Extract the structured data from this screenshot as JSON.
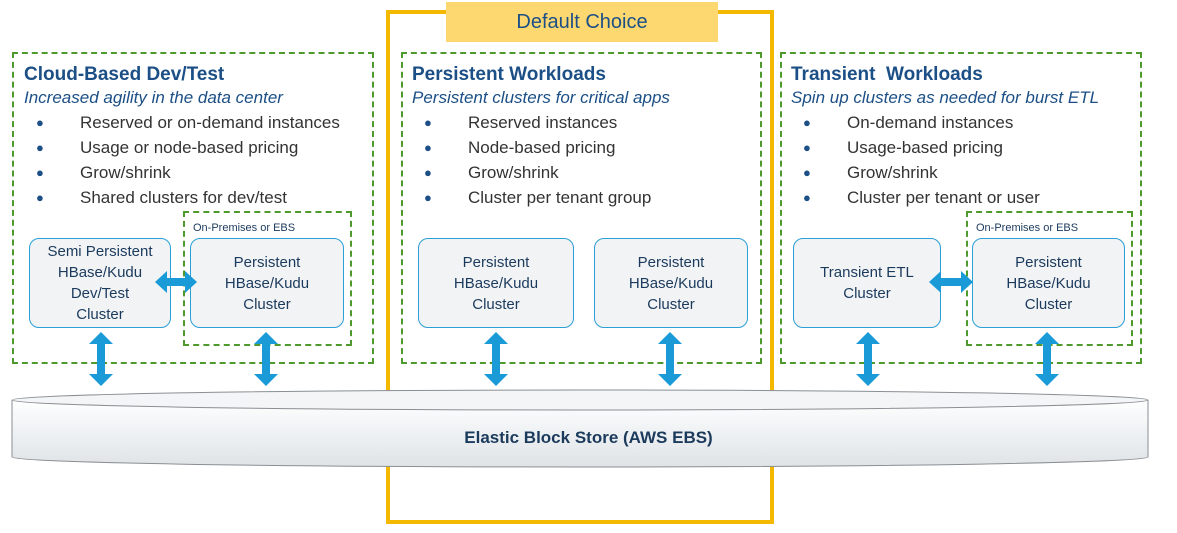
{
  "default_choice": "Default Choice",
  "columns": [
    {
      "title": "Cloud-Based Dev/Test",
      "subtitle": "Increased agility in the data center",
      "bullets": [
        "Reserved or on-demand instances",
        "Usage or node-based pricing",
        "Grow/shrink",
        "Shared clusters for dev/test"
      ]
    },
    {
      "title": "Persistent Workloads",
      "subtitle": "Persistent clusters for critical apps",
      "bullets": [
        "Reserved instances",
        "Node-based pricing",
        "Grow/shrink",
        "Cluster per tenant group"
      ]
    },
    {
      "title": "Transient  Workloads",
      "subtitle": "Spin up clusters as needed for burst ETL",
      "bullets": [
        "On-demand instances",
        "Usage-based pricing",
        "Grow/shrink",
        "Cluster per tenant or user"
      ]
    }
  ],
  "onprem_label": "On-Premises or EBS",
  "clusters": {
    "semi_persistent": "Semi Persistent\nHBase/Kudu\nDev/Test\nCluster",
    "persistent": "Persistent\nHBase/Kudu\nCluster",
    "transient_etl": "Transient ETL\nCluster"
  },
  "storage_label": "Elastic Block Store (AWS EBS)",
  "colors": {
    "accent_yellow": "#f5b800",
    "tab_yellow": "#fdd870",
    "dash_green": "#4f9a2d",
    "arrow_blue": "#1a9bd7",
    "title_blue": "#1b4f86"
  }
}
